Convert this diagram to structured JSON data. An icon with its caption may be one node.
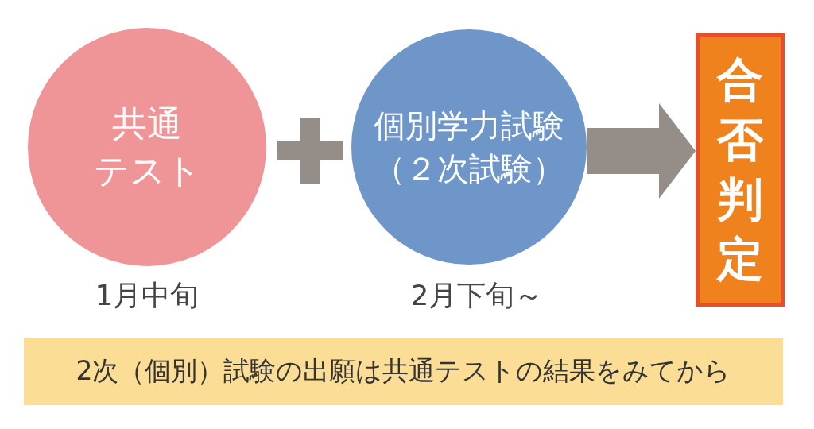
{
  "diagram": {
    "nodes": [
      {
        "text": [
          "共通テスト"
        ],
        "beside": [
          "1月中旬"
        ]
      },
      {
        "text": [],
        "shape": "plus"
      },
      {
        "text": [
          "個別学力試験（２次試験）"
        ],
        "beside": [
          "2月下旬～"
        ]
      },
      {
        "text": [
          "合否判定"
        ]
      },
      {
        "text": [
          "2次（個別）試験の出願は共通テストの結果をみてから"
        ]
      }
    ],
    "edges": [
      {
        "from": 2,
        "to": 3,
        "arrow": "to"
      }
    ]
  }
}
